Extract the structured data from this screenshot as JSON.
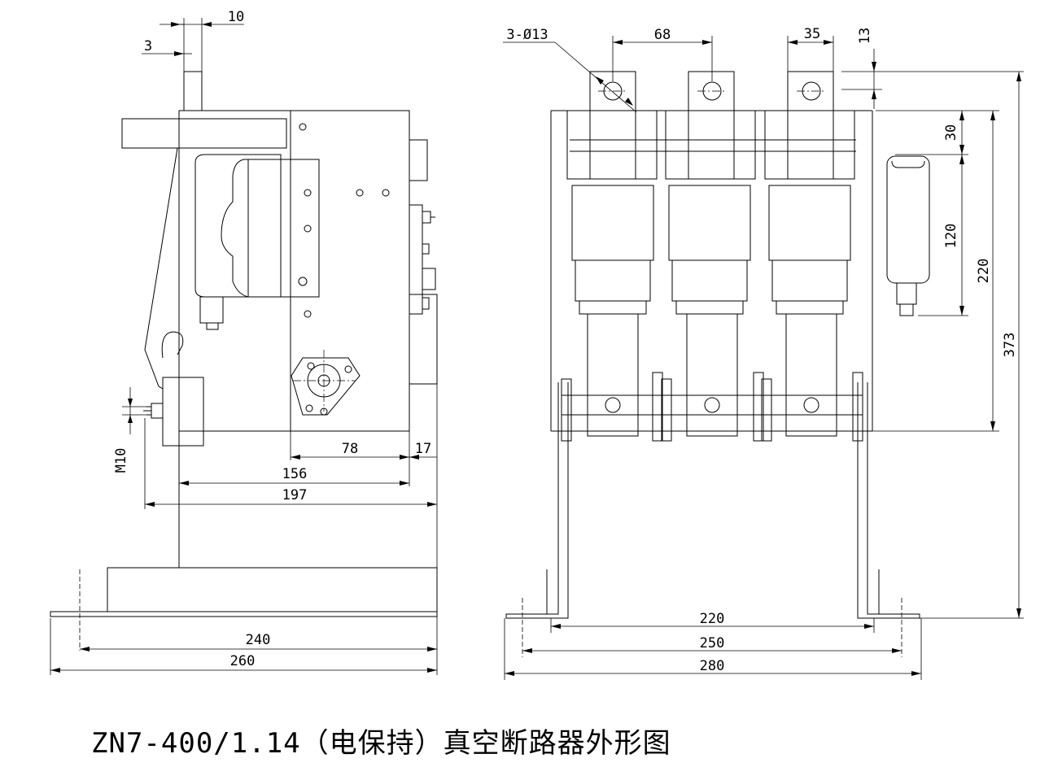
{
  "title": "ZN7-400/1.14（电保持）真空断路器外形图",
  "side_view": {
    "dims": {
      "d10": "10",
      "d3": "3",
      "m10": "M10",
      "d78": "78",
      "d17": "17",
      "d156": "156",
      "d197": "197",
      "d240": "240",
      "d260": "260"
    }
  },
  "front_view": {
    "dims": {
      "hole": "3-Ø13",
      "d68": "68",
      "d35": "35",
      "d13": "13",
      "d30": "30",
      "d120": "120",
      "d220v": "220",
      "d373": "373",
      "d220": "220",
      "d250": "250",
      "d280": "280"
    }
  }
}
